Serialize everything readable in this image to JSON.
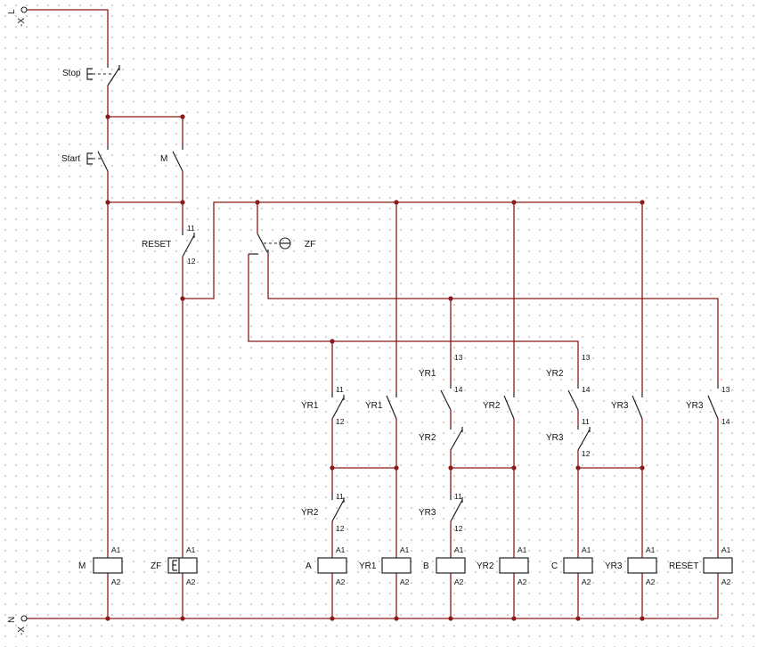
{
  "rails": {
    "l_name": "L",
    "l_sub": "-X",
    "n_name": "N",
    "n_sub": "-X"
  },
  "buttons": {
    "stop": "Stop",
    "start": "Start"
  },
  "contacts": {
    "m_hold": "M",
    "reset": "RESET",
    "zf": "ZF",
    "yr1_nc": "YR1",
    "yr1_no": "YR1",
    "yr1_no2": "YR1",
    "yr2_nc": "YR2",
    "yr2_no": "YR2",
    "yr2_no2": "YR2",
    "yr3_nc": "YR3",
    "yr3_no": "YR3",
    "yr3_no2": "YR3",
    "yr2_nc_b": "YR2",
    "yr3_nc_b": "YR3"
  },
  "pins": {
    "nc_top": "11",
    "nc_bot": "12",
    "no_top": "13",
    "no_bot": "14",
    "a1": "A1",
    "a2": "A2"
  },
  "coils": {
    "m": "M",
    "zf": "ZF",
    "a": "A",
    "yr1": "YR1",
    "b": "B",
    "yr2": "YR2",
    "c": "C",
    "yr3": "YR3",
    "reset": "RESET"
  },
  "colors": {
    "wire": "#8b1a1a",
    "symbol": "#222222",
    "grid": "#c9c9c9"
  }
}
